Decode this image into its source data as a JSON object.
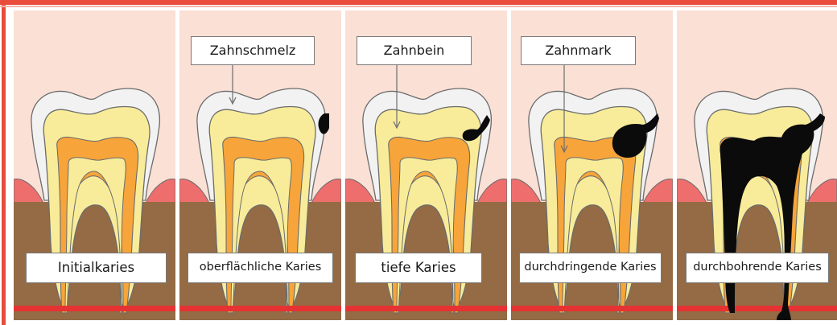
{
  "colors": {
    "frame": "#e74c3c",
    "background": "#fbe0d5",
    "enamel": "#f2f2f2",
    "dentin": "#f8ec9a",
    "pulp": "#f7a43a",
    "gum": "#ee6e6e",
    "bone": "#946b44",
    "nerve_line": "#e63232",
    "caries": "#0b0b0b",
    "outline": "#6c6c6c"
  },
  "panels": [
    {
      "top_label": "",
      "bottom_label": "Initialkaries",
      "stage": "initial"
    },
    {
      "top_label": "Zahnschmelz",
      "bottom_label": "oberflächliche Karies",
      "stage": "superficial"
    },
    {
      "top_label": "Zahnbein",
      "bottom_label": "tiefe Karies",
      "stage": "deep"
    },
    {
      "top_label": "Zahnmark",
      "bottom_label": "durchdringende Karies",
      "stage": "penetrating"
    },
    {
      "top_label": "",
      "bottom_label": "durchbohrende Karies",
      "stage": "perforating"
    }
  ]
}
